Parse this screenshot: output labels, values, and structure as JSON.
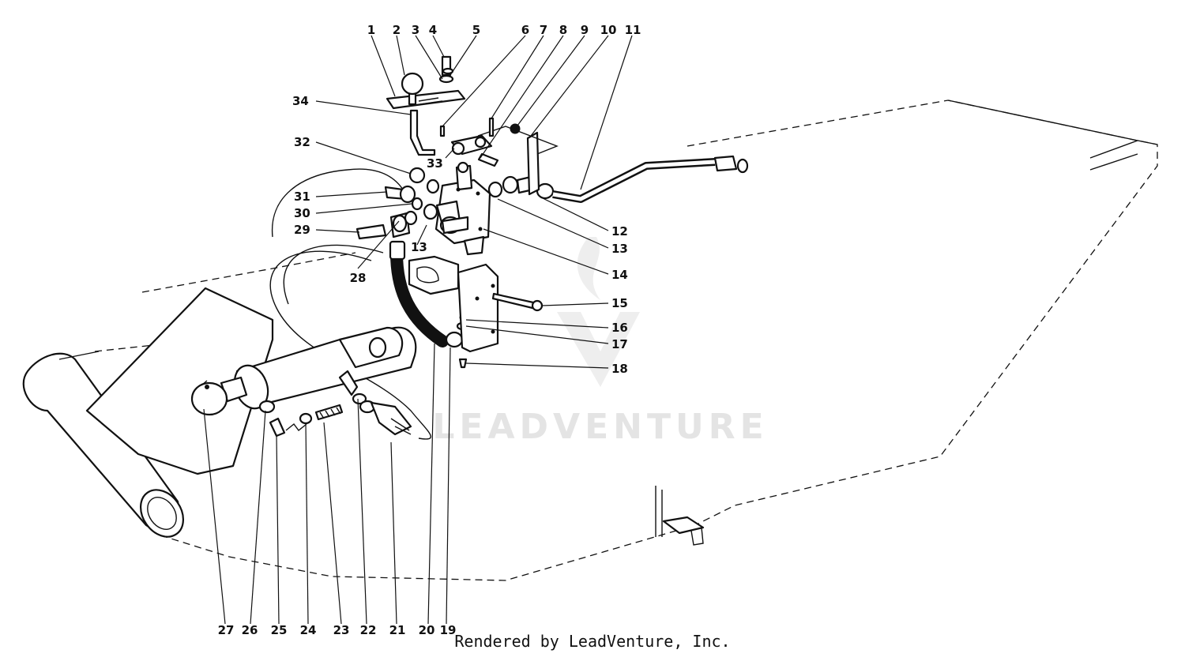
{
  "watermark_text": "LEADVENTURE",
  "footer_text": "Rendered by LeadVenture, Inc.",
  "callouts": [
    "1",
    "2",
    "3",
    "4",
    "5",
    "6",
    "7",
    "8",
    "9",
    "10",
    "11",
    "12",
    "13",
    "13",
    "14",
    "15",
    "16",
    "17",
    "18",
    "19",
    "20",
    "21",
    "22",
    "23",
    "24",
    "25",
    "26",
    "27",
    "28",
    "29",
    "30",
    "31",
    "32",
    "33",
    "34"
  ]
}
